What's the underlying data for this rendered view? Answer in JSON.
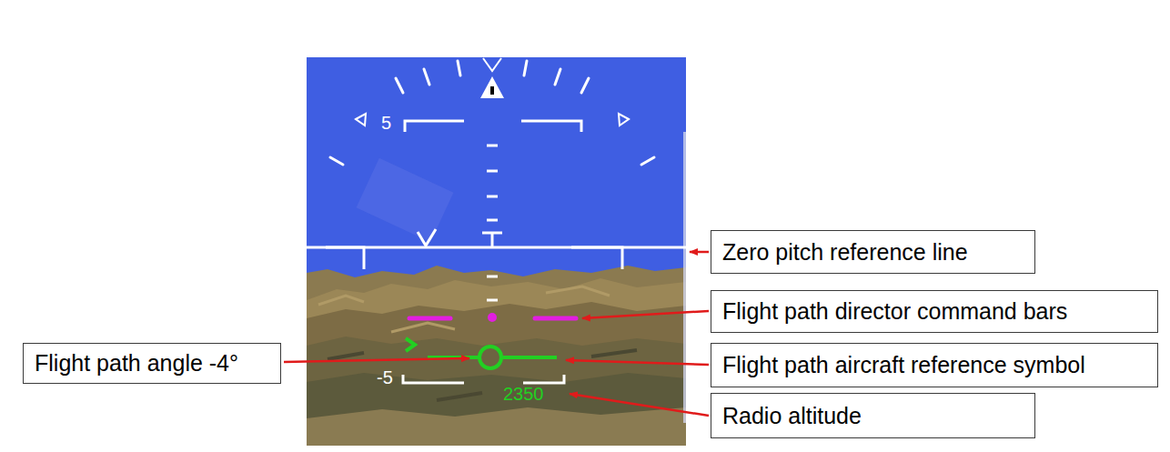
{
  "diagram": {
    "nodes": [
      {
        "text": [
          "Zero pitch reference line"
        ]
      },
      {
        "text": [
          "Flight path director command bars"
        ]
      },
      {
        "text": [
          "Flight path angle -4°"
        ]
      },
      {
        "text": [
          "Flight path aircraft reference symbol"
        ]
      },
      {
        "text": [
          "Radio altitude"
        ]
      }
    ],
    "labels": [
      "5",
      "-5",
      "2350"
    ]
  }
}
